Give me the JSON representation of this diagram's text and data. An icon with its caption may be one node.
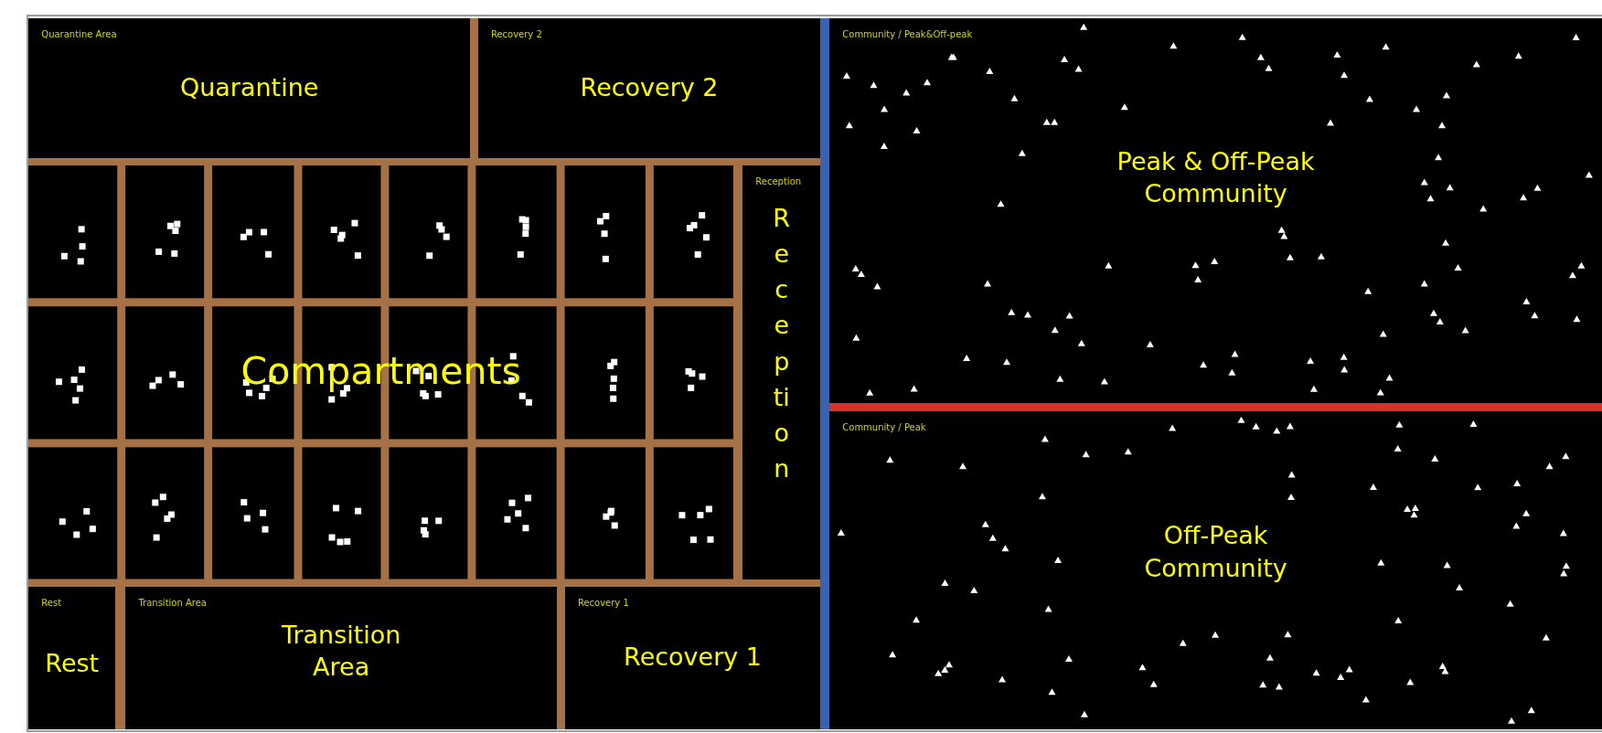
{
  "diagram": {
    "nodes": [
      {
        "text": [
          "Quarantine Area",
          "Quarantine"
        ]
      },
      {
        "text": [
          "Recovery 2",
          "Recovery 2"
        ]
      },
      {
        "text": [
          "Compartments"
        ]
      },
      {
        "text": [
          "Reception",
          "Reception"
        ]
      },
      {
        "text": [
          "Rest",
          "Rest"
        ]
      },
      {
        "text": [
          "Transition Area",
          "Transition Area"
        ]
      },
      {
        "text": [
          "Recovery 1",
          "Recovery 1"
        ]
      },
      {
        "text": [
          "Community / Peak&Off-peak",
          "Peak & Off-Peak Community"
        ]
      },
      {
        "text": [
          "Community / Peak",
          "Off-Peak Community"
        ]
      }
    ],
    "edges": []
  }
}
